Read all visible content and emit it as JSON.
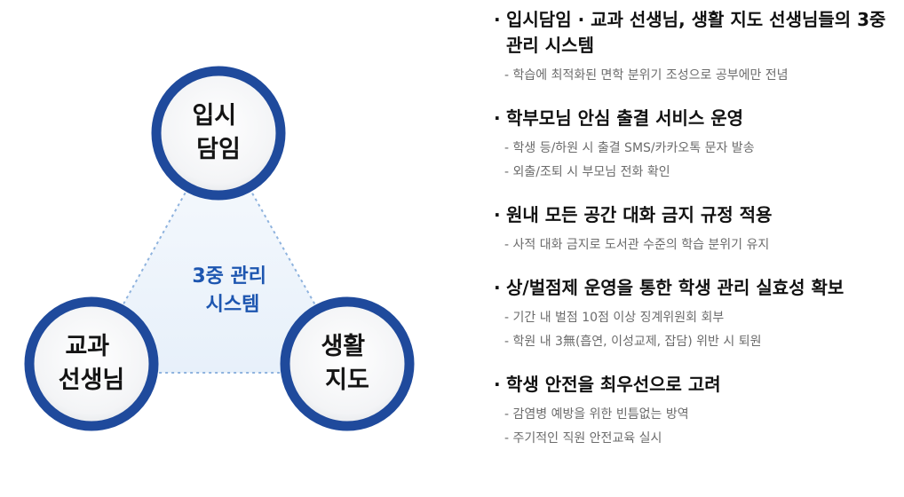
{
  "diagram": {
    "center_label": [
      "3중 관리",
      "시스템"
    ],
    "nodes": [
      {
        "id": "top",
        "lines": [
          "입시",
          "담임"
        ]
      },
      {
        "id": "left",
        "lines": [
          "교과",
          "선생님"
        ]
      },
      {
        "id": "right",
        "lines": [
          "생활",
          "지도"
        ]
      }
    ],
    "colors": {
      "ring": "#1f4a9c",
      "center_text": "#1d56b0",
      "triangle_fill": "#eef4fb",
      "dash": "#8fb3de"
    }
  },
  "bullet": "·",
  "items": [
    {
      "title": "입시담임 · 교과 선생님, 생활 지도 선생님들의 3중 관리 시스템",
      "subs": [
        "- 학습에 최적화된 면학 분위기 조성으로 공부에만 전념"
      ]
    },
    {
      "title": "학부모님 안심 출결 서비스 운영",
      "subs": [
        "- 학생 등/하원 시 출결 SMS/카카오톡 문자 발송",
        "- 외출/조퇴 시 부모님 전화 확인"
      ]
    },
    {
      "title": "원내 모든 공간 대화 금지 규정 적용",
      "subs": [
        "- 사적 대화 금지로 도서관 수준의 학습 분위기 유지"
      ]
    },
    {
      "title": "상/벌점제 운영을 통한 학생 관리 실효성 확보",
      "subs": [
        "- 기간 내 벌점 10점 이상 징계위원회 회부",
        "- 학원 내 3無(흡연, 이성교제, 잡담) 위반 시 퇴원"
      ]
    },
    {
      "title": "학생 안전을 최우선으로 고려",
      "subs": [
        "- 감염병 예방을 위한 빈틈없는 방역",
        "- 주기적인 직원 안전교육 실시"
      ]
    }
  ]
}
